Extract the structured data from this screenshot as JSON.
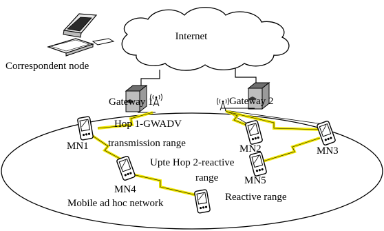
{
  "labels": {
    "internet": "Internet",
    "correspondent": "Correspondent node",
    "gateway1": "Gateway 1",
    "gateway2": "Gateway 2",
    "hop1_line1": "Hop 1-GWADV",
    "hop1_line2": "transmission range",
    "hop2_line1": "Upte Hop 2-reactive",
    "hop2_line2": "range",
    "mn1": "MN1",
    "mn2": "MN2",
    "mn3": "MN3",
    "mn4": "MN4",
    "mn5": "MN5",
    "manet": "Mobile ad hoc network",
    "reactive": "Reactive range"
  },
  "colors": {
    "link": "#f2e800",
    "stroke": "#000000",
    "server_top": "#6e6e6e",
    "server_body": "#bdbdbd"
  },
  "icons": [
    "cloud",
    "computer",
    "server",
    "antenna",
    "pda"
  ]
}
